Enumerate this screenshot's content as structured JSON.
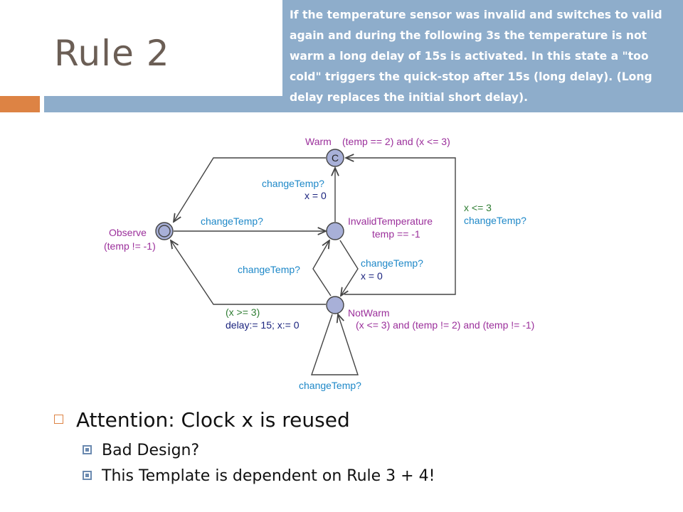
{
  "slide": {
    "title": "Rule 2",
    "note": "If the temperature sensor was invalid and switches to valid again and during the following 3s the temperature is not warm a long delay of 15s is activated. In this state a \"too cold\" triggers the quick-stop after 15s (long delay). (Long delay replaces the initial short delay).",
    "bullets": {
      "main": "Attention: Clock x is reused",
      "sub": [
        "Bad Design?",
        "This Template is dependent on Rule 3 + 4!"
      ]
    }
  },
  "diagram": {
    "states": {
      "warm": {
        "name": "Warm",
        "invariant": "(temp == 2) and (x <= 3)",
        "marker": "C"
      },
      "observe": {
        "name": "Observe",
        "invariant": "(temp != -1)"
      },
      "invalid": {
        "name": "InvalidTemperature",
        "invariant": "temp == -1"
      },
      "notwarm": {
        "name": "NotWarm",
        "invariant": "(x <= 3) and (temp != 2) and (temp != -1)"
      }
    },
    "edges": {
      "observe_to_invalid": "changeTemp?",
      "invalid_to_warm_sync": "changeTemp?",
      "invalid_to_warm_update": "x = 0",
      "notwarm_to_warm_guard": "x <= 3",
      "notwarm_to_warm_sync": "changeTemp?",
      "notwarm_to_invalid": "changeTemp?",
      "invalid_to_notwarm_sync": "changeTemp?",
      "invalid_to_notwarm_update": "x = 0",
      "notwarm_to_observe_guard": "(x >= 3)",
      "notwarm_to_observe_update": "delay:= 15; x:= 0",
      "notwarm_self": "changeTemp?"
    },
    "colors": {
      "location_name": "#9b2f9b",
      "guard": "#2e7d32",
      "sync": "#1e88c8",
      "update": "#1a237e",
      "node_fill": "#a8b0d8",
      "edge": "#444444"
    }
  }
}
